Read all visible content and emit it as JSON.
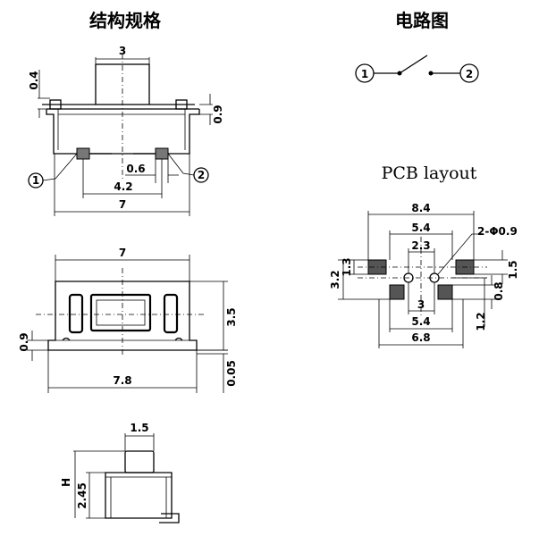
{
  "headings": {
    "structure": "结构规格",
    "circuit": "电路图",
    "pcb": "PCB layout"
  },
  "top_view": {
    "dim_top_width": "3",
    "dim_top_height": "0.4",
    "dim_right": "0.9",
    "dim_pin_gap": "0.6",
    "dim_inner": "4.2",
    "dim_overall": "7",
    "pin1": "1",
    "pin2": "2"
  },
  "front_view": {
    "dim_width": "7",
    "dim_height": "3.5",
    "dim_left": "0.9",
    "dim_bottom_right": "0.05",
    "dim_overall": "7.8"
  },
  "side_view": {
    "dim_top": "1.5",
    "dim_h": "H",
    "dim_height": "2.45"
  },
  "circuit": {
    "terminal1": "1",
    "terminal2": "2"
  },
  "pcb": {
    "dim_outer": "8.4",
    "dim_upper_inner": "5.4",
    "dim_hole_spacing": "2.3",
    "dim_holes": "2-Φ0.9",
    "dim_left_total": "3.2",
    "dim_left_inner": "1.3",
    "dim_right_top": "1.5",
    "dim_right_mid": "0.8",
    "dim_right_bottom": "1.2",
    "dim_hole_pitch": "3",
    "dim_lower_inner": "5.4",
    "dim_lower_outer": "6.8"
  }
}
